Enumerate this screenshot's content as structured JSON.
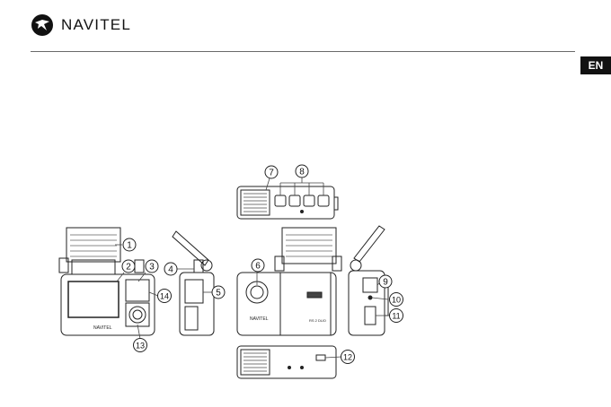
{
  "header": {
    "brand": "NAVITEL",
    "lang": "EN"
  },
  "device": {
    "front_brand": "NAVITEL",
    "model": "RS 2 DUO"
  },
  "callouts": [
    "1",
    "2",
    "3",
    "4",
    "5",
    "6",
    "7",
    "8",
    "9",
    "10",
    "11",
    "12",
    "13",
    "14"
  ]
}
